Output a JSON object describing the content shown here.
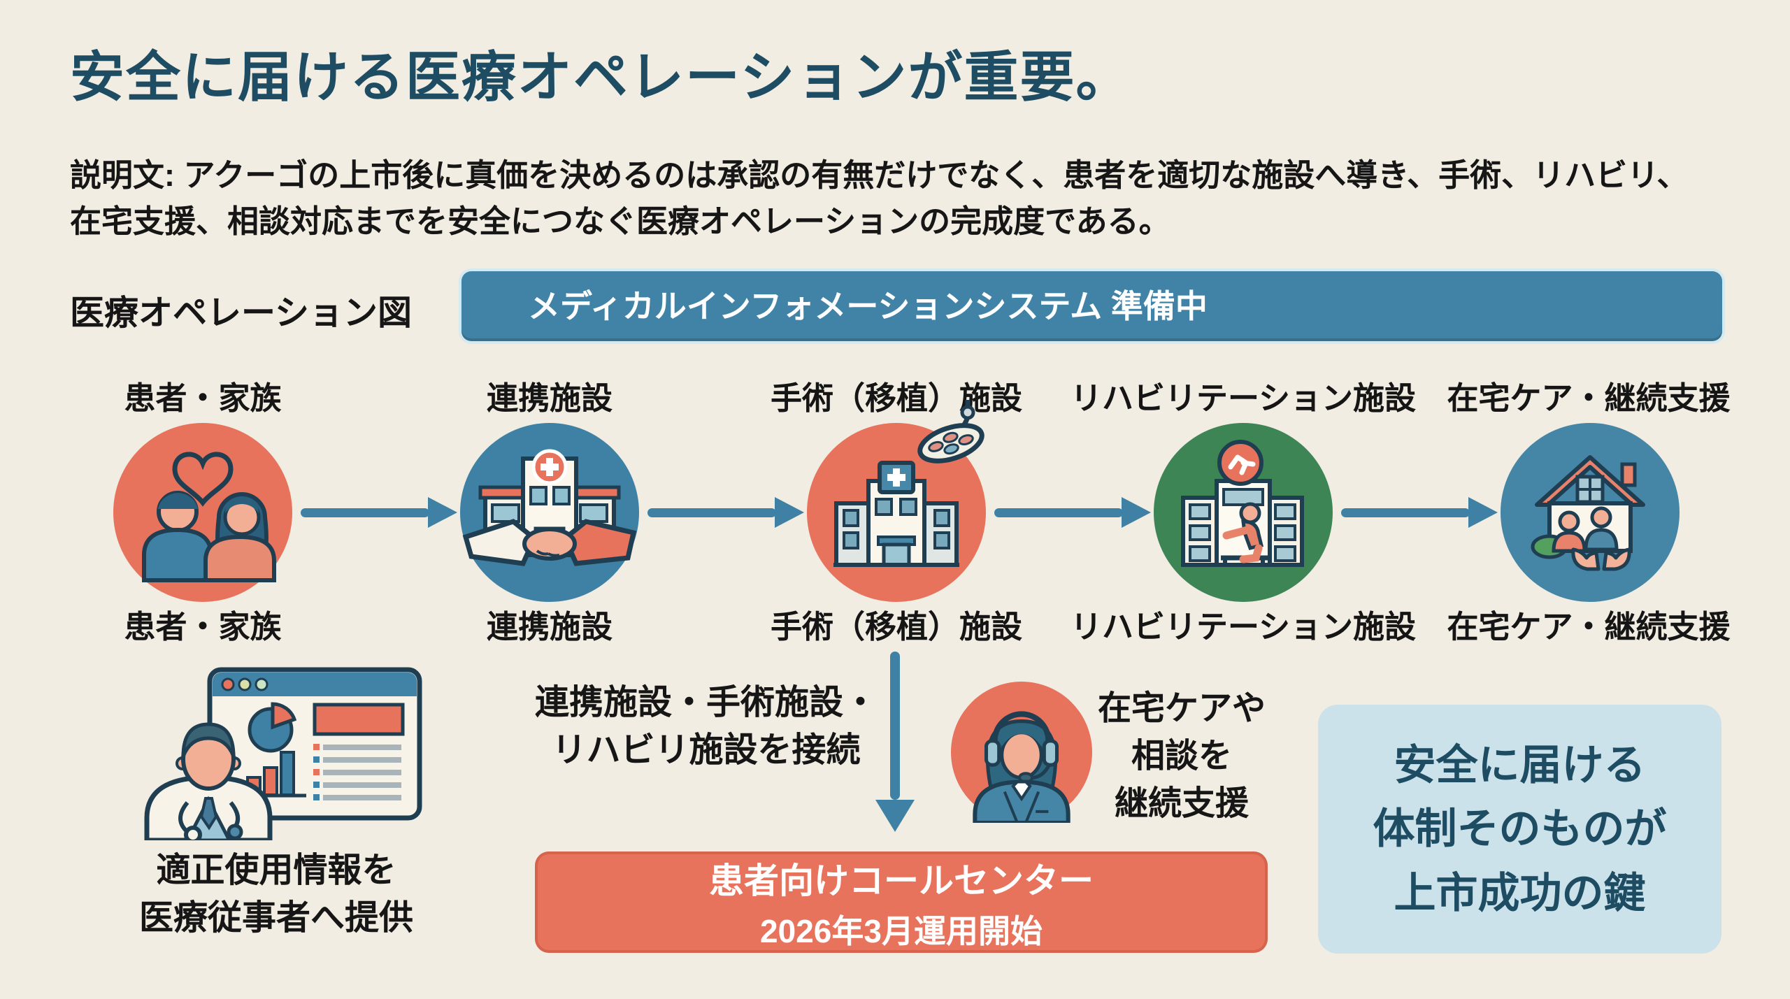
{
  "title": "安全に届ける医療オペレーションが重要。",
  "description": {
    "line1": "説明文: アクーゴの上市後に真価を決めるのは承認の有無だけでなく、患者を適切な施設へ導き、手術、リハビリ、",
    "line2": "在宅支援、相談対応までを安全につなぐ医療オペレーションの完成度である。"
  },
  "diagram": {
    "label": "医療オペレーション図",
    "system_banner": "メディカルインフォメーションシステム 準備中"
  },
  "flow": {
    "nodes": [
      {
        "label": "患者・家族",
        "color": "#E8735C"
      },
      {
        "label": "連携施設",
        "color": "#3E81A4"
      },
      {
        "label": "手術（移植）施設",
        "color": "#E8735C"
      },
      {
        "label": "リハビリテーション施設",
        "color": "#3E8556"
      },
      {
        "label": "在宅ケア・継続支援",
        "color": "#4586A6"
      }
    ]
  },
  "provision": {
    "line1": "適正使用情報を",
    "line2": "医療従事者へ提供"
  },
  "connection": {
    "line1": "連携施設・手術施設・",
    "line2": "リハビリ施設を接続"
  },
  "call_center_banner": {
    "line1": "患者向けコールセンター",
    "line2": "2026年3月運用開始"
  },
  "home_support": {
    "line1": "在宅ケアや",
    "line2": "相談を",
    "line3": "継続支援"
  },
  "key_message": {
    "line1": "安全に届ける",
    "line2": "体制そのものが",
    "line3": "上市成功の鍵"
  },
  "colors": {
    "background": "#F2EDE2",
    "title_text": "#1E4D63",
    "banner_blue": "#4183A6",
    "accent_salmon": "#E8735C",
    "accent_blue": "#3E81A4",
    "accent_green": "#3E8556",
    "key_box_bg": "#CBE2EB",
    "body_text": "#161616"
  }
}
